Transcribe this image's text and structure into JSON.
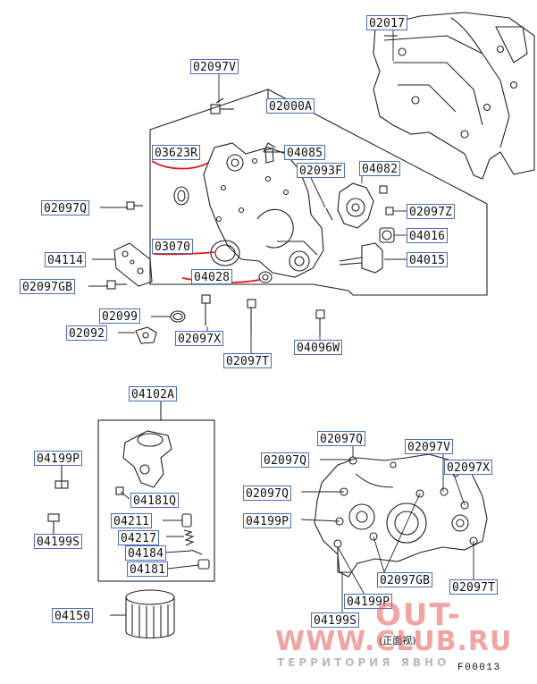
{
  "parts": {
    "p02017": "02017",
    "p02097V_top": "02097V",
    "p02000A": "02000A",
    "p03623R": "03623R",
    "p04085": "04085",
    "p02093F": "02093F",
    "p04082": "04082",
    "p02097Q_left": "02097Q",
    "p02097Z": "02097Z",
    "p04016": "04016",
    "p03070": "03070",
    "p04114": "04114",
    "p04015": "04015",
    "p04028": "04028",
    "p02097GB_left": "02097GB",
    "p02099": "02099",
    "p02092": "02092",
    "p02097X": "02097X",
    "p02097T_mid": "02097T",
    "p04096W": "04096W",
    "p04102A": "04102A",
    "p04199P_left": "04199P",
    "p04181Q": "04181Q",
    "p04211": "04211",
    "p04199S_left": "04199S",
    "p04217": "04217",
    "p04184": "04184",
    "p04181": "04181",
    "p04150": "04150",
    "p02097Q_r1": "02097Q",
    "p02097V_r": "02097V",
    "p02097Q_r2": "02097Q",
    "p02097X_r": "02097X",
    "p02097Q_r3": "02097Q",
    "p04199P_r": "04199P",
    "p02097GB_r": "02097GB",
    "p04199P_r2": "04199P",
    "p02097T_r": "02097T",
    "p04199S_r": "04199S"
  },
  "front_view_label": "(正面视)",
  "figure_code": "F00013",
  "watermark": {
    "line1": "OUT-",
    "line2": "WWW.CLUB.RU",
    "line3": "ТЕРРИТОРИЯ ЯВНО"
  }
}
